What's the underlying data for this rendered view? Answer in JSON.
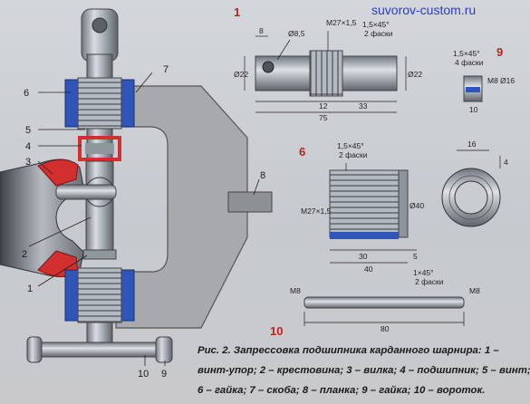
{
  "site": "suvorov-custom.ru",
  "assembly_labels": {
    "n1": "1",
    "n2": "2",
    "n3": "3",
    "n4": "4",
    "n5": "5",
    "n6": "6",
    "n7": "7",
    "n8": "8",
    "n9": "9",
    "n10": "10"
  },
  "callouts": {
    "c1": "1",
    "c6": "6",
    "c9": "9",
    "c10": "10"
  },
  "part1": {
    "d_hole": "Ø8,5",
    "thread": "M27×1,5",
    "chamfer_a": "1,5×45°",
    "chamfer_b": "2 фаски",
    "dim_8": "8",
    "dim_phi22a": "Ø22",
    "dim_phi22b": "Ø22",
    "dim_12": "12",
    "dim_33": "33",
    "dim_75": "75"
  },
  "part9": {
    "chamfer_a": "1,5×45°",
    "chamfer_b": "4 фаски",
    "thread": "M8",
    "dia": "Ø16",
    "dim_10": "10"
  },
  "part6": {
    "chamfer_a": "1,5×45°",
    "chamfer_b": "2 фаски",
    "thread": "M27×1,5",
    "dia": "Ø40",
    "dim_30": "30",
    "dim_5": "5",
    "dim_40": "40"
  },
  "part5": {
    "dim_16": "16",
    "dim_4": "4"
  },
  "part10": {
    "thread_l": "M8",
    "thread_r": "M8",
    "chamfer_a": "1×45°",
    "chamfer_b": "2 фаски",
    "dim_80": "80"
  },
  "caption": {
    "line1": "Рис. 2. Запрессовка подшипника карданного шарнира: 1 –",
    "line2": "винт-упор; 2 – крестовина; 3 – вилка; 4 – подшипник; 5 – винт;",
    "line3": "6 – гайка; 7 – скоба; 8 – планка; 9 – гайка; 10 – вороток."
  },
  "colors": {
    "blue": "#2f55b8",
    "red": "#d23030",
    "steel": "#9aa2aa",
    "bracket": "#a9aaad",
    "text": "#1b1b1b"
  }
}
